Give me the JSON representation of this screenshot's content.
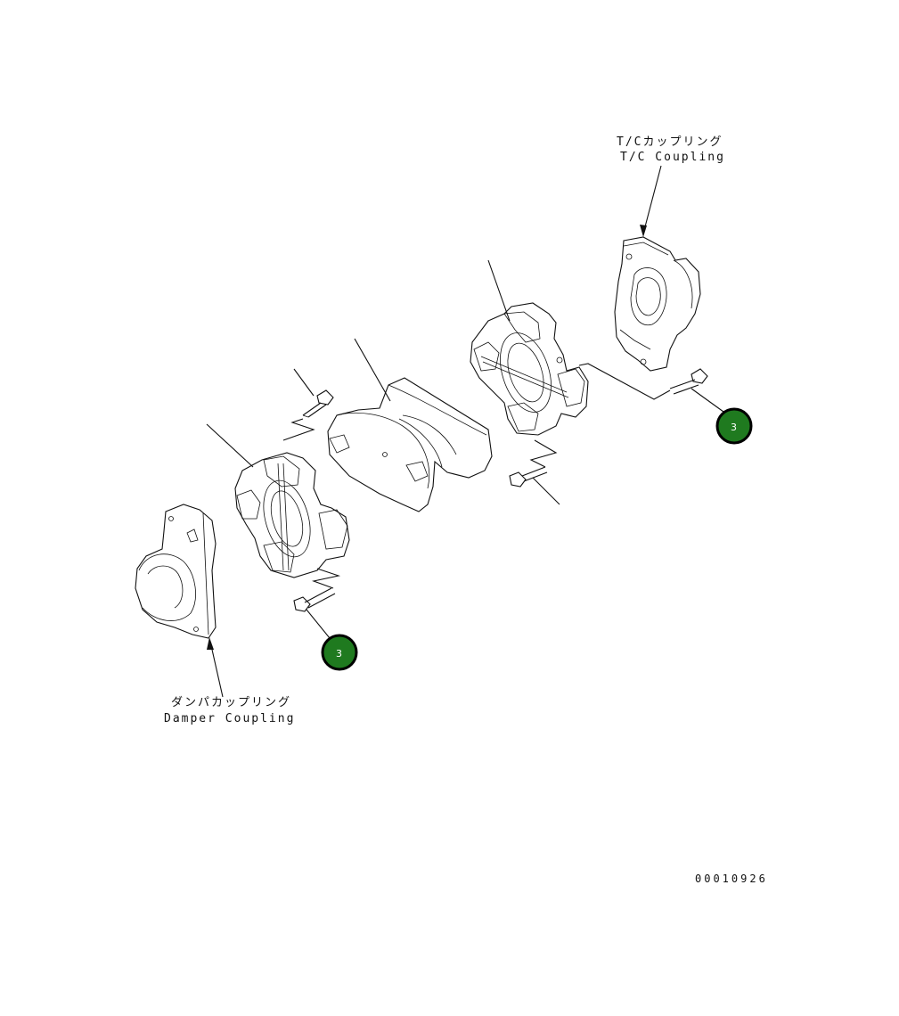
{
  "labels": {
    "tc_coupling_jp": "T/Cカップリング",
    "tc_coupling_en": "T/C Coupling",
    "damper_coupling_jp": "ダンパカップリング",
    "damper_coupling_en": "Damper Coupling"
  },
  "callouts": [
    {
      "number": "3"
    },
    {
      "number": "3"
    }
  ],
  "drawing_number": "00010926",
  "colors": {
    "callout_fill": "#1f7a1f",
    "callout_stroke": "#000000",
    "line": "#111111"
  }
}
